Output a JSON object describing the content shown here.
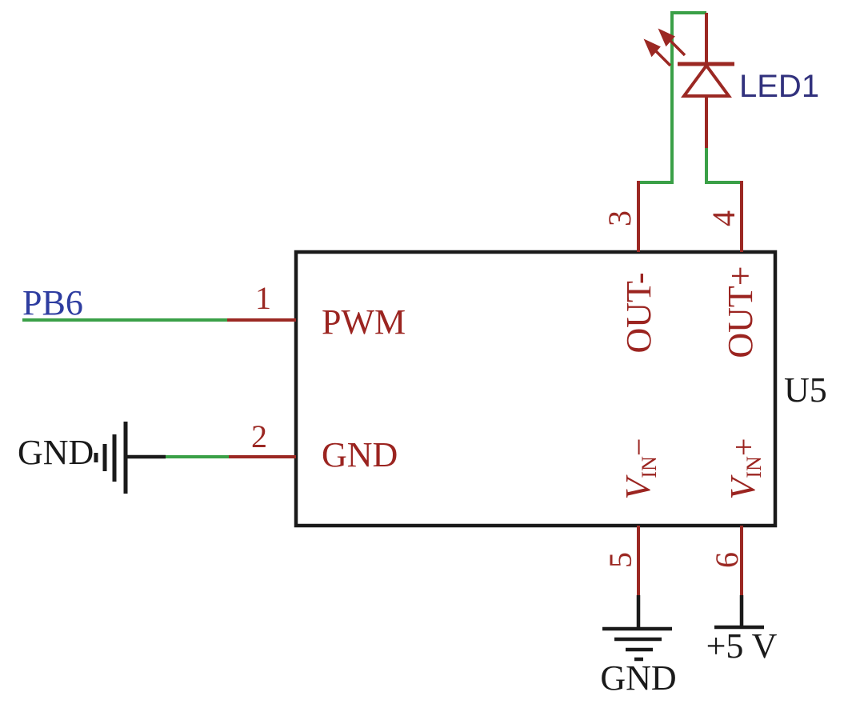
{
  "colors": {
    "background": "#ffffff",
    "wire_green": "#3aa047",
    "wire_red": "#9b2823",
    "pin_text_red": "#9b2420",
    "net_blue": "#2e3da0",
    "led_navy": "#31317d",
    "ink_black": "#1a1a1a"
  },
  "component": {
    "designator": "U5",
    "pins": [
      {
        "number": "1",
        "name": "PWM"
      },
      {
        "number": "2",
        "name": "GND"
      },
      {
        "number": "3",
        "name": "OUT-"
      },
      {
        "number": "4",
        "name": "OUT+"
      },
      {
        "number": "5",
        "name": {
          "base": "V",
          "sub": "IN",
          "sign": "−"
        }
      },
      {
        "number": "6",
        "name": {
          "base": "V",
          "sub": "IN",
          "sign": "+"
        }
      }
    ]
  },
  "nets": {
    "pb6_label": "PB6",
    "gnd_left_label": "GND",
    "gnd_bottom_label": "GND",
    "vcc_label": "+5 V"
  },
  "led": {
    "designator": "LED1"
  }
}
